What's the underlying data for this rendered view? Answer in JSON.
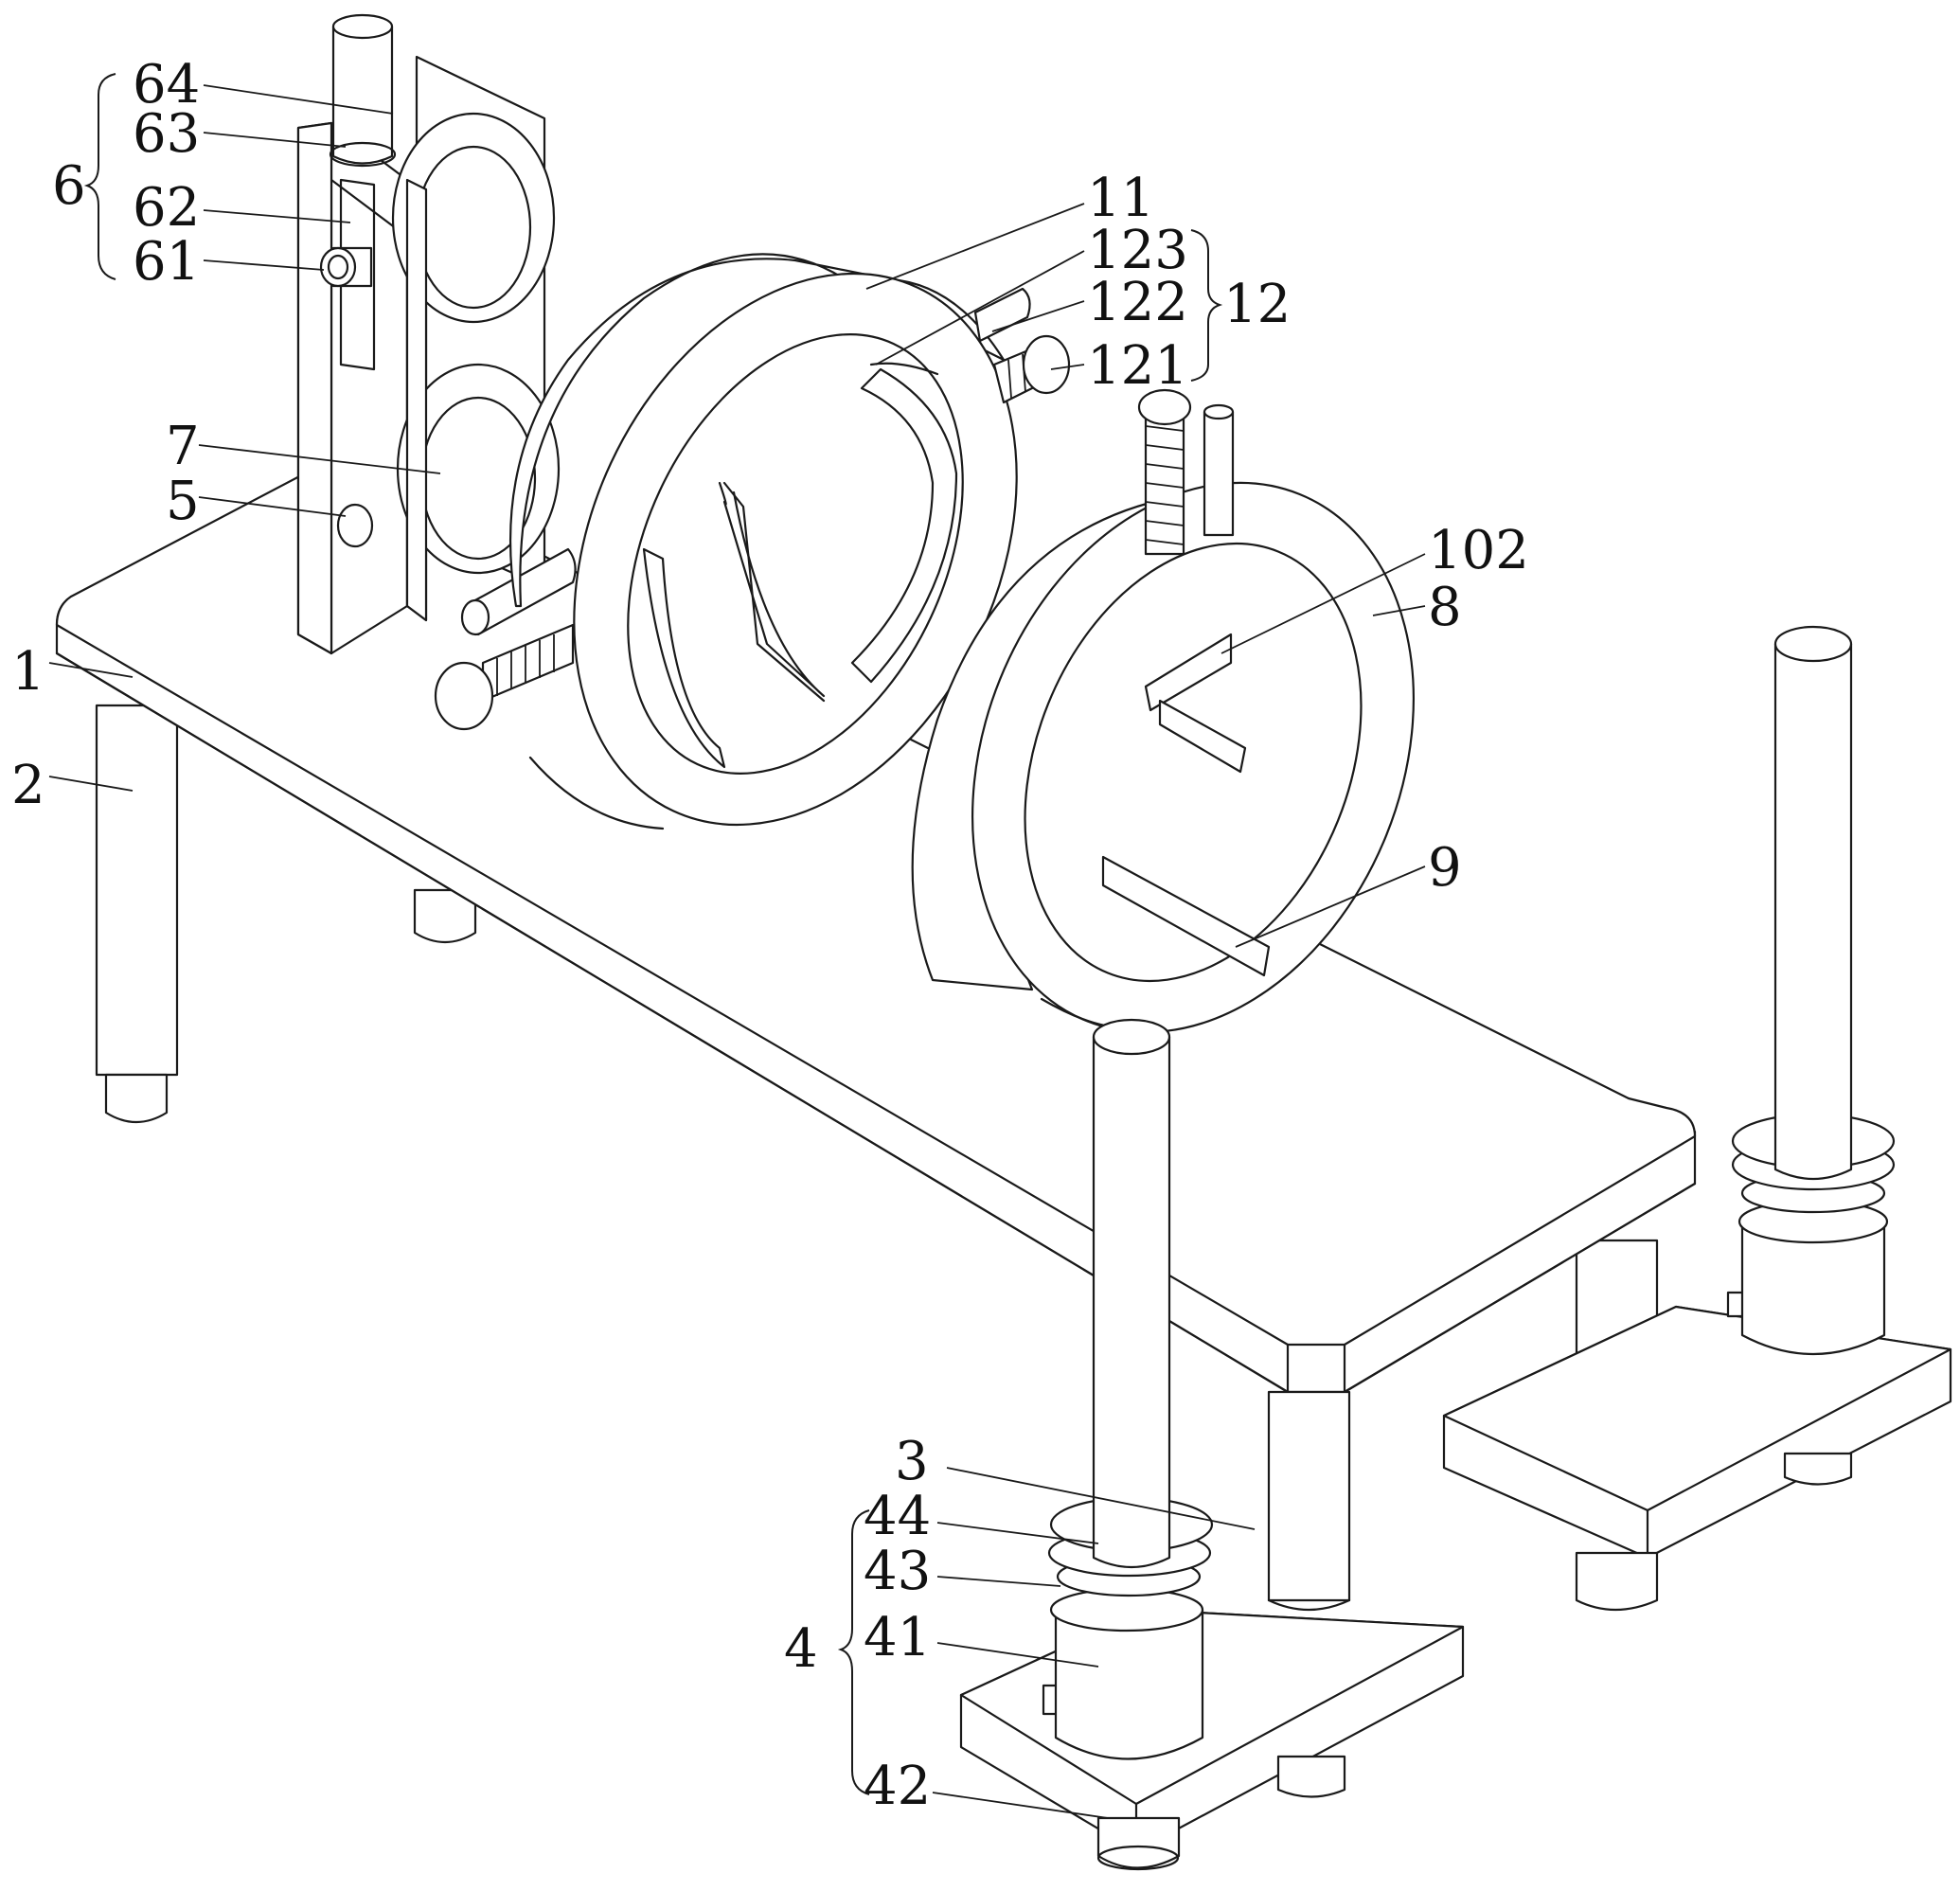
{
  "labels": {
    "l64": "64",
    "l63": "63",
    "l62": "62",
    "l61": "61",
    "l6": "6",
    "l7": "7",
    "l5": "5",
    "l1": "1",
    "l2": "2",
    "l11": "11",
    "l123": "123",
    "l122": "122",
    "l121": "121",
    "l12": "12",
    "l102": "102",
    "l8": "8",
    "l9": "9",
    "l3": "3",
    "l44": "44",
    "l43": "43",
    "l41": "41",
    "l4": "4",
    "l42": "42"
  }
}
